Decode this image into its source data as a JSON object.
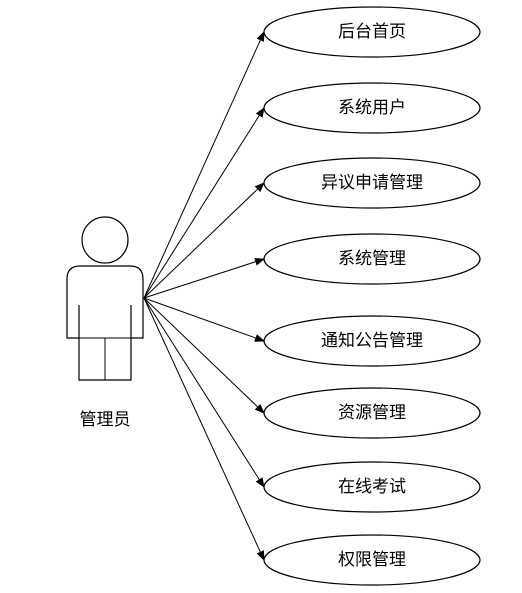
{
  "diagram": {
    "actor": {
      "label": "管理员"
    },
    "use_cases": [
      {
        "label": "后台首页"
      },
      {
        "label": "系统用户"
      },
      {
        "label": "异议申请管理"
      },
      {
        "label": "系统管理"
      },
      {
        "label": "通知公告管理"
      },
      {
        "label": "资源管理"
      },
      {
        "label": "在线考试"
      },
      {
        "label": "权限管理"
      }
    ]
  }
}
